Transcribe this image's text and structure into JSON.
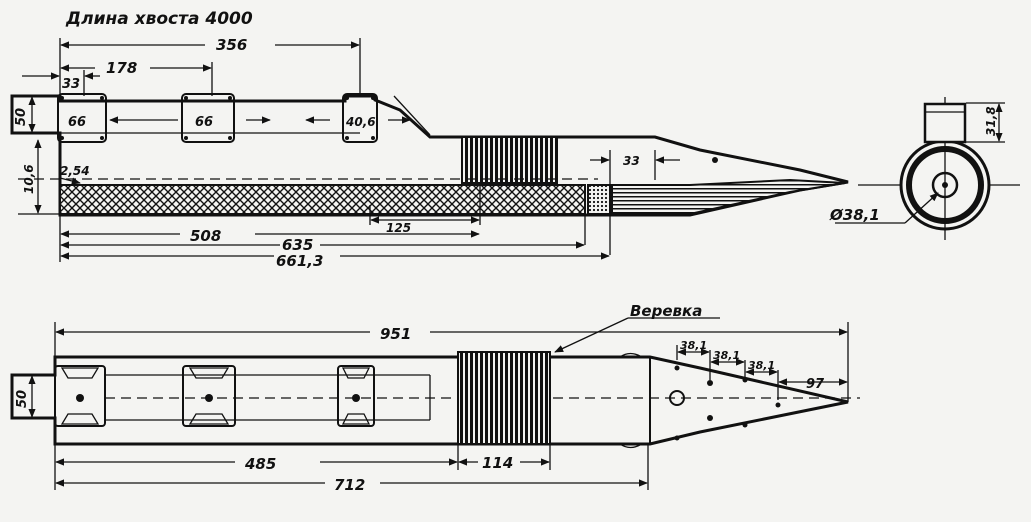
{
  "title": "Длина хвоста 4000",
  "labels": {
    "rope": "Веревка",
    "diameter": "Ø38,1"
  },
  "top_view": {
    "dims": {
      "d356": "356",
      "d178": "178",
      "d33a": "33",
      "d50": "50",
      "d10_6": "10,6",
      "d2_54": "2,54",
      "d66a": "66",
      "d66b": "66",
      "d40_6": "40,6",
      "d33b": "33",
      "d125": "125",
      "d508": "508",
      "d635": "635",
      "d661_3": "661,3"
    }
  },
  "bottom_view": {
    "dims": {
      "d951": "951",
      "d50": "50",
      "d485": "485",
      "d114": "114",
      "d712": "712",
      "d97": "97",
      "d38_1a": "38,1",
      "d38_1b": "38,1",
      "d38_1c": "38,1"
    }
  },
  "section_view": {
    "dims": {
      "d31_8": "31,8"
    }
  }
}
